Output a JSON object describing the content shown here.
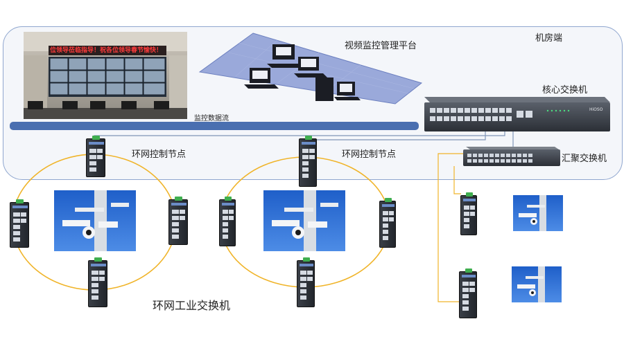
{
  "labels": {
    "platform": "视频监控管理平台",
    "machine_room": "机房端",
    "core_switch": "核心交换机",
    "aggregation_switch": "汇聚交换机",
    "data_flow": "监控数据流",
    "ring_node_1": "环网控制节点",
    "ring_node_2": "环网控制节点",
    "ring_switch": "环网工业交换机"
  },
  "monitor_wall": {
    "banner": "位领导莅临指导！祝各位领导春节愉快！"
  },
  "colors": {
    "room_border": "#8fa6cf",
    "room_fill": "#f4f6fa",
    "data_bar": "#4a6fb0",
    "ring": "#f0b429",
    "cable": "#7f95b8",
    "sky": "#2f6fd6",
    "switch_body": "#2b2f36"
  },
  "icons": [
    "monitor-wall-photo",
    "workstation-network-icon",
    "core-switch-icon",
    "aggregation-switch-icon",
    "industrial-switch-icon",
    "camera-pole-photo"
  ]
}
